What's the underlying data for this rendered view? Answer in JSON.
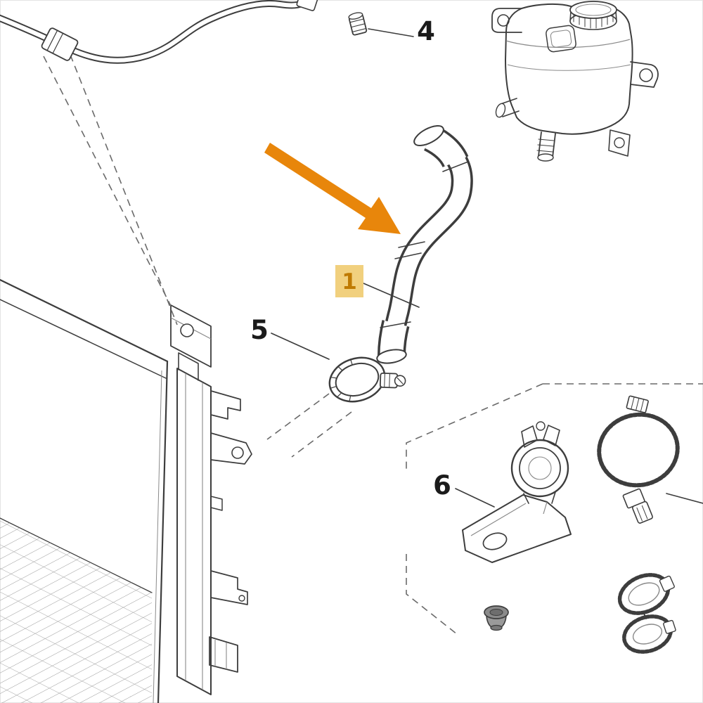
{
  "callouts": {
    "part1": {
      "label": "1",
      "highlighted": true
    },
    "part4": {
      "label": "4",
      "highlighted": false
    },
    "part5": {
      "label": "5",
      "highlighted": false
    },
    "part6": {
      "label": "6",
      "highlighted": false
    }
  },
  "colors": {
    "line": "#3d3d3d",
    "soft_line": "#8a8a8a",
    "arrow_orange": "#E8860B",
    "highlight_box_bg": "#F1D07E",
    "highlight_number": "#BF7A00",
    "label_text": "#1b1b1b",
    "background": "#FFFFFF"
  }
}
